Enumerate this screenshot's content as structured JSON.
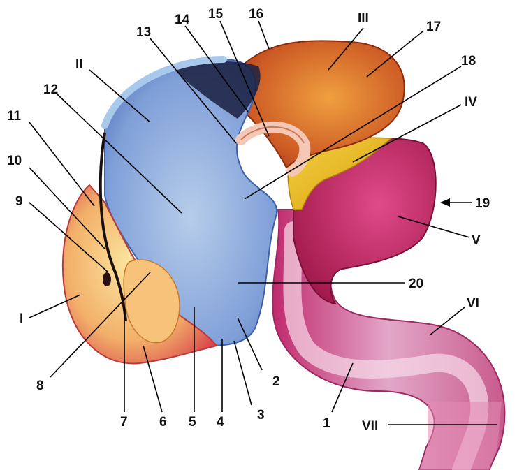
{
  "labels": {
    "n1": "1",
    "n2": "2",
    "n3": "3",
    "n4": "4",
    "n5": "5",
    "n6": "6",
    "n7": "7",
    "n8": "8",
    "n9": "9",
    "n10": "10",
    "n11": "11",
    "n12": "12",
    "n13": "13",
    "n14": "14",
    "n15": "15",
    "n16": "16",
    "n17": "17",
    "n18": "18",
    "n19": "19",
    "n20": "20",
    "rI": "I",
    "rII": "II",
    "rIII": "III",
    "rIV": "IV",
    "rV": "V",
    "rVI": "VI",
    "rVII": "VII"
  },
  "colors": {
    "telencephalon": "#e89a5a",
    "diencephalon_blue": "#8fb0e0",
    "mesencephalon": "#d2642a",
    "isthmus_yellow": "#e8c020",
    "metencephalon": "#c8306a",
    "myelencephalon": "#d89ab8",
    "spinal_cord": "#e6a8c6"
  }
}
